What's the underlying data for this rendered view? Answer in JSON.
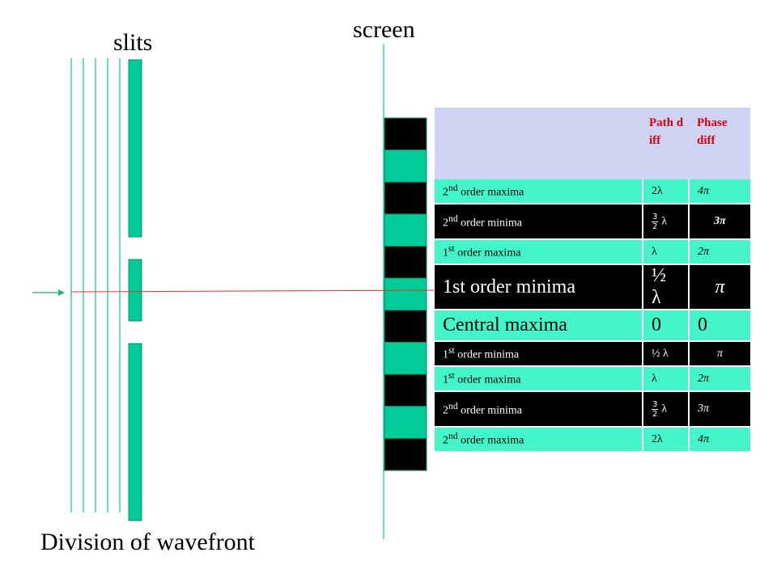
{
  "labels": {
    "slits": "slits",
    "screen": "screen",
    "division": "Division of wavefront"
  },
  "colors": {
    "teal": "#00cc99",
    "table_light": "#43f5c9",
    "table_dark": "#000000",
    "header_bg": "#cfd3f2",
    "header_text": "#d8000f",
    "ray": "#e8302a",
    "arrow": "#19b873"
  },
  "table": {
    "header": [
      "",
      "Path diff",
      "Phase diff"
    ],
    "rows": [
      {
        "order": "2",
        "sup": "nd",
        "text": " order maxima",
        "path": "2λ",
        "phase": "4π",
        "style": "light",
        "size": "small"
      },
      {
        "order": "2",
        "sup": "nd",
        "text": " order minima",
        "path_frac": [
          "3",
          "2"
        ],
        "path": "λ",
        "phase": "3π",
        "style": "dark",
        "size": "small"
      },
      {
        "order": "1",
        "sup": "st",
        "text": " order maxima",
        "path": "λ",
        "phase": "2π",
        "style": "light",
        "size": "small"
      },
      {
        "order": "",
        "sup": "",
        "text": "1st order minima",
        "path": "½ λ",
        "phase": "π",
        "style": "dark",
        "size": "big"
      },
      {
        "order": "",
        "sup": "",
        "text": "Central maxima",
        "path": "0",
        "phase": "0",
        "style": "light",
        "size": "big"
      },
      {
        "order": "1",
        "sup": "st",
        "text": " order minima",
        "path": "½ λ",
        "phase": "π",
        "style": "dark",
        "size": "small"
      },
      {
        "order": "1",
        "sup": "st",
        "text": " order maxima",
        "path": "λ",
        "phase": "2π",
        "style": "light",
        "size": "small"
      },
      {
        "order": "2",
        "sup": "nd",
        "text": " order minima",
        "path_frac": [
          "3",
          "2"
        ],
        "path": "λ",
        "phase": "3π",
        "style": "dark",
        "size": "small"
      },
      {
        "order": "2",
        "sup": "nd",
        "text": " order maxima",
        "path": "2λ",
        "phase": "4π",
        "style": "light",
        "size": "small"
      }
    ]
  }
}
